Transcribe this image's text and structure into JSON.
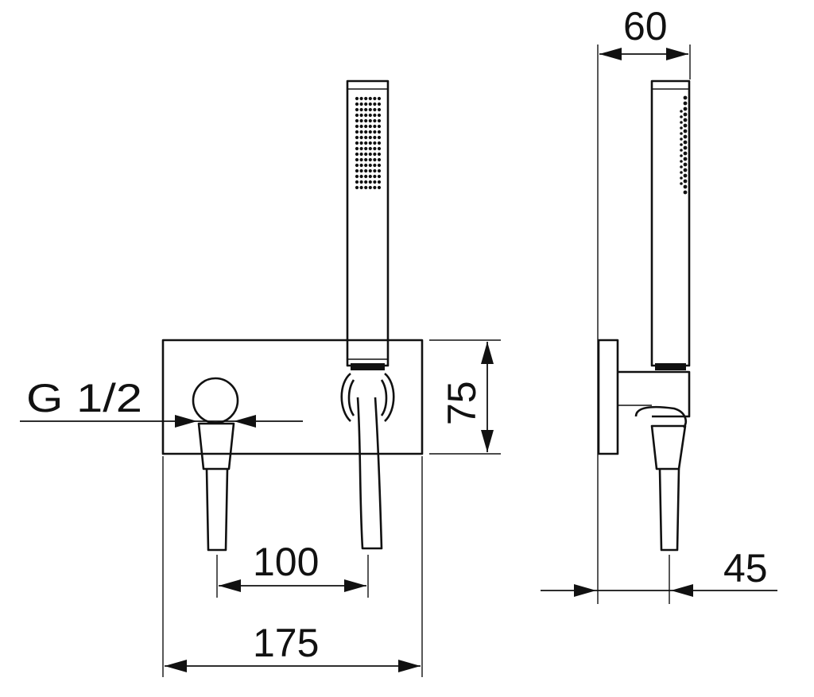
{
  "labels": {
    "thread": "G 1/2",
    "height": "75",
    "spacing": "100",
    "width": "175",
    "depth_top": "60",
    "depth_bottom": "45"
  }
}
